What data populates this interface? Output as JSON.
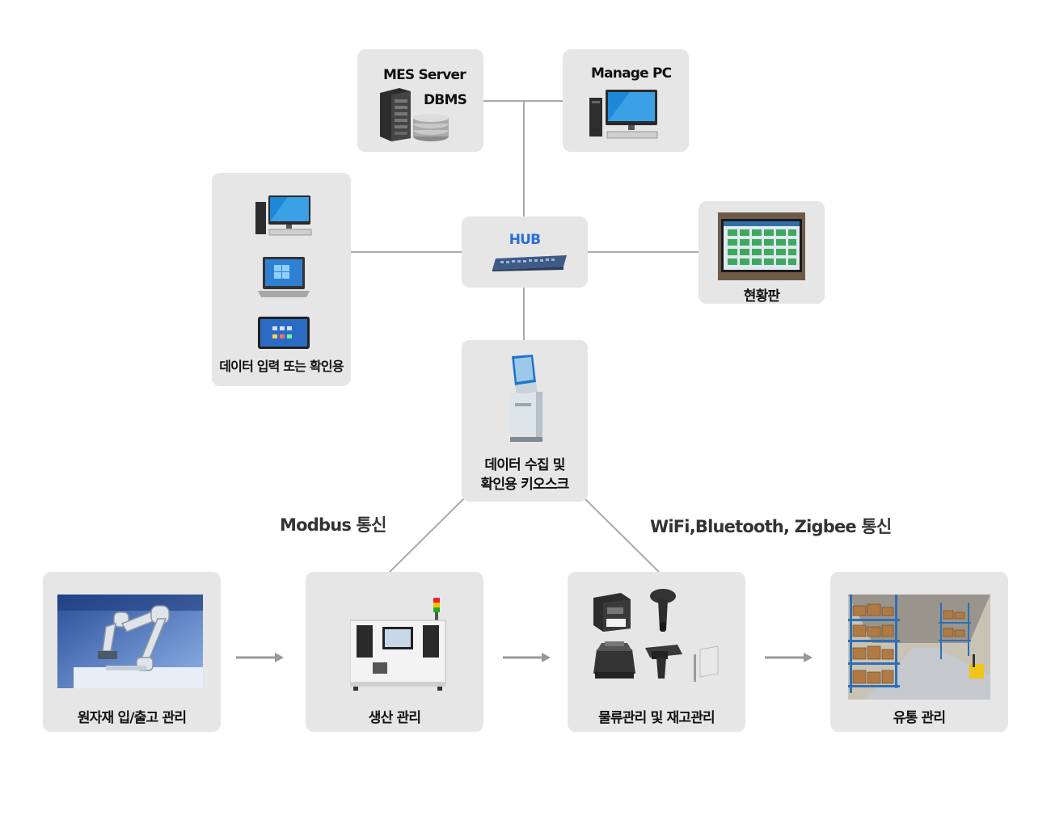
{
  "nodes": {
    "mes_server": {
      "title": "MES Server",
      "subtitle": "DBMS"
    },
    "manage_pc": {
      "title": "Manage PC"
    },
    "hub": {
      "title": "HUB"
    },
    "status_board": {
      "title": "현황판"
    },
    "input_devices": {
      "title": "데이터 입력 또는 확인용"
    },
    "kiosk": {
      "line1": "데이터 수집 및",
      "line2": "확인용 키오스크"
    },
    "raw_material": {
      "title": "원자재 입/출고 관리"
    },
    "production": {
      "title": "생산 관리"
    },
    "logistics": {
      "title": "물류관리 및 재고관리"
    },
    "distribution": {
      "title": "유통 관리"
    }
  },
  "links": {
    "modbus": "Modbus 통신",
    "wireless": "WiFi,Bluetooth, Zigbee 통신"
  },
  "colors": {
    "box_bg": "#e6e6e6",
    "line": "#aaaaaa",
    "arrow": "#999999",
    "hub_text": "#2b6fd6"
  },
  "icons": [
    "server-icon",
    "database-icon",
    "desktop-pc-icon",
    "laptop-icon",
    "tablet-icon",
    "network-switch-icon",
    "status-board-screen-icon",
    "kiosk-icon",
    "robot-arm-photo",
    "production-machine-icon",
    "label-printer-icon",
    "barcode-scanner-icon",
    "rfid-reader-icon",
    "antenna-icon",
    "warehouse-photo"
  ]
}
